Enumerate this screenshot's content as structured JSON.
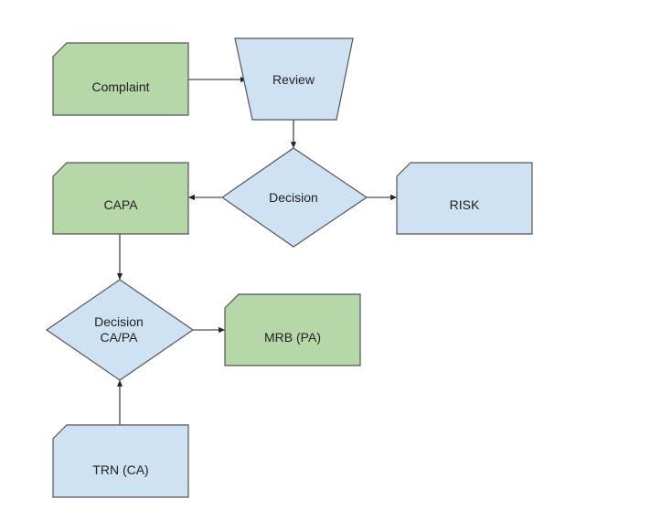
{
  "colors": {
    "green_fill": "#b6d7a8",
    "blue_fill": "#cfe2f3",
    "stroke": "#555555",
    "edge": "#222222"
  },
  "nodes": {
    "complaint": {
      "label": "Complaint",
      "shape": "card",
      "color": "green"
    },
    "review": {
      "label": "Review",
      "shape": "trapezoid",
      "color": "blue"
    },
    "decision": {
      "label": "Decision",
      "shape": "diamond",
      "color": "blue"
    },
    "capa": {
      "label": "CAPA",
      "shape": "card",
      "color": "green"
    },
    "risk": {
      "label": "RISK",
      "shape": "card",
      "color": "blue"
    },
    "decision_capa": {
      "label_line1": "Decision",
      "label_line2": "CA/PA",
      "shape": "diamond",
      "color": "blue"
    },
    "mrb": {
      "label": "MRB (PA)",
      "shape": "card",
      "color": "green"
    },
    "trn": {
      "label": "TRN (CA)",
      "shape": "card",
      "color": "blue"
    }
  },
  "edges": [
    {
      "from": "complaint",
      "to": "review"
    },
    {
      "from": "review",
      "to": "decision"
    },
    {
      "from": "decision",
      "to": "capa"
    },
    {
      "from": "decision",
      "to": "risk"
    },
    {
      "from": "capa",
      "to": "decision_capa"
    },
    {
      "from": "decision_capa",
      "to": "mrb"
    },
    {
      "from": "trn",
      "to": "decision_capa"
    }
  ]
}
